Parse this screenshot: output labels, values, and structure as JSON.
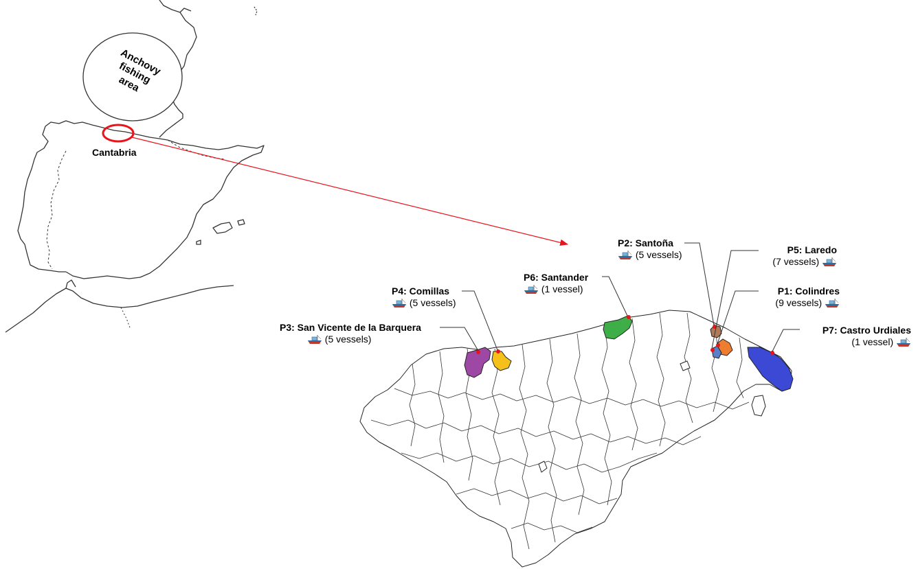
{
  "overview": {
    "fishing_area_label": "Anchovy\nfishing\narea",
    "region_label": "Cantabria"
  },
  "ports": [
    {
      "code": "P1",
      "name": "Colindres",
      "title": "P1: Colindres",
      "vessels": "(9 vessels)",
      "color": "#ED7D31"
    },
    {
      "code": "P2",
      "name": "Santoña",
      "title": "P2: Santoña",
      "vessels": "(5 vessels)",
      "color": "#B07A5A"
    },
    {
      "code": "P3",
      "name": "San Vicente de la Barquera",
      "title": "P3: San Vicente de la Barquera",
      "vessels": "(5 vessels)",
      "color": "#9E48A6"
    },
    {
      "code": "P4",
      "name": "Comillas",
      "title": "P4: Comillas",
      "vessels": "(5 vessels)",
      "color": "#F5C01A"
    },
    {
      "code": "P5",
      "name": "Laredo",
      "title": "P5: Laredo",
      "vessels": "(7 vessels)",
      "color": "#5B7FC7"
    },
    {
      "code": "P6",
      "name": "Santander",
      "title": "P6: Santander",
      "vessels": "(1 vessel)",
      "color": "#3DAE48"
    },
    {
      "code": "P7",
      "name": "Castro Urdiales",
      "title": "P7: Castro Urdiales",
      "vessels": "(1 vessel)",
      "color": "#3B49D4"
    }
  ],
  "colors": {
    "highlight_circle": "#E8141B",
    "arrow": "#E8141B",
    "port_marker": "#E8141B",
    "outline": "#222222"
  },
  "icons": {
    "vessel": "fishing-boat-icon"
  }
}
